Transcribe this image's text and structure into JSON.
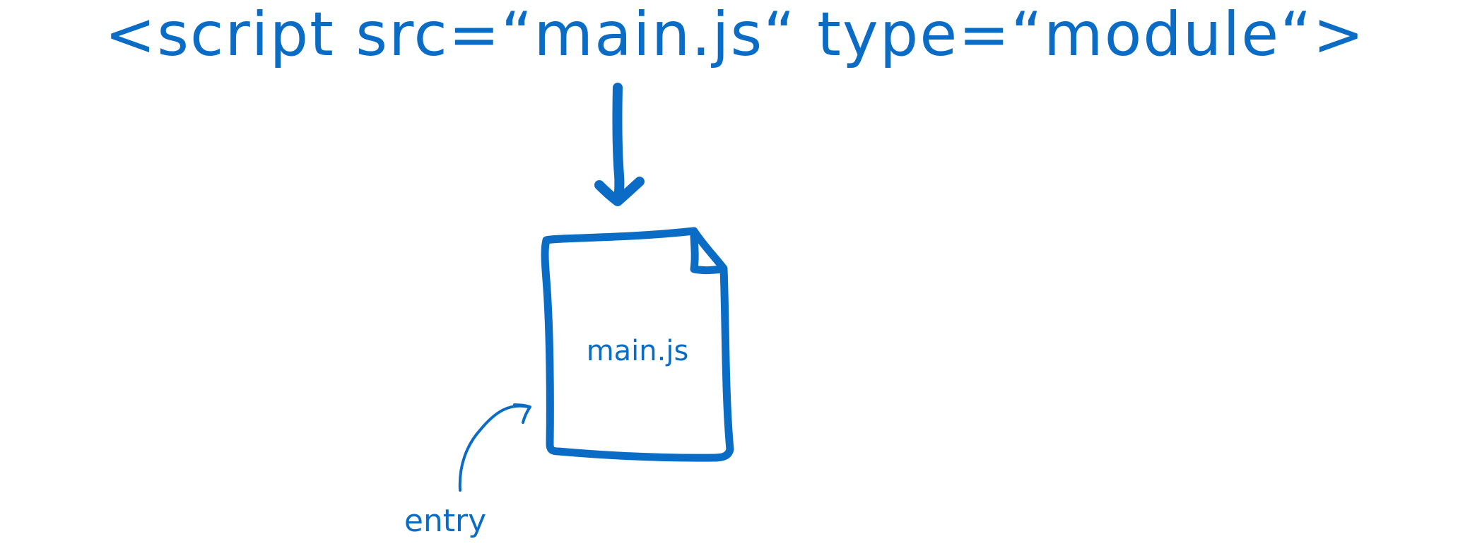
{
  "colors": {
    "ink": "#0b6cc6",
    "background": "#ffffff"
  },
  "diagram": {
    "script_tag": "<script src=“main.js“ type=“module“>",
    "file": {
      "label": "main.js",
      "icon": "document-icon"
    },
    "annotation": {
      "label": "entry",
      "icon": "curved-arrow-icon"
    },
    "connector_icon": "arrow-down-icon"
  }
}
